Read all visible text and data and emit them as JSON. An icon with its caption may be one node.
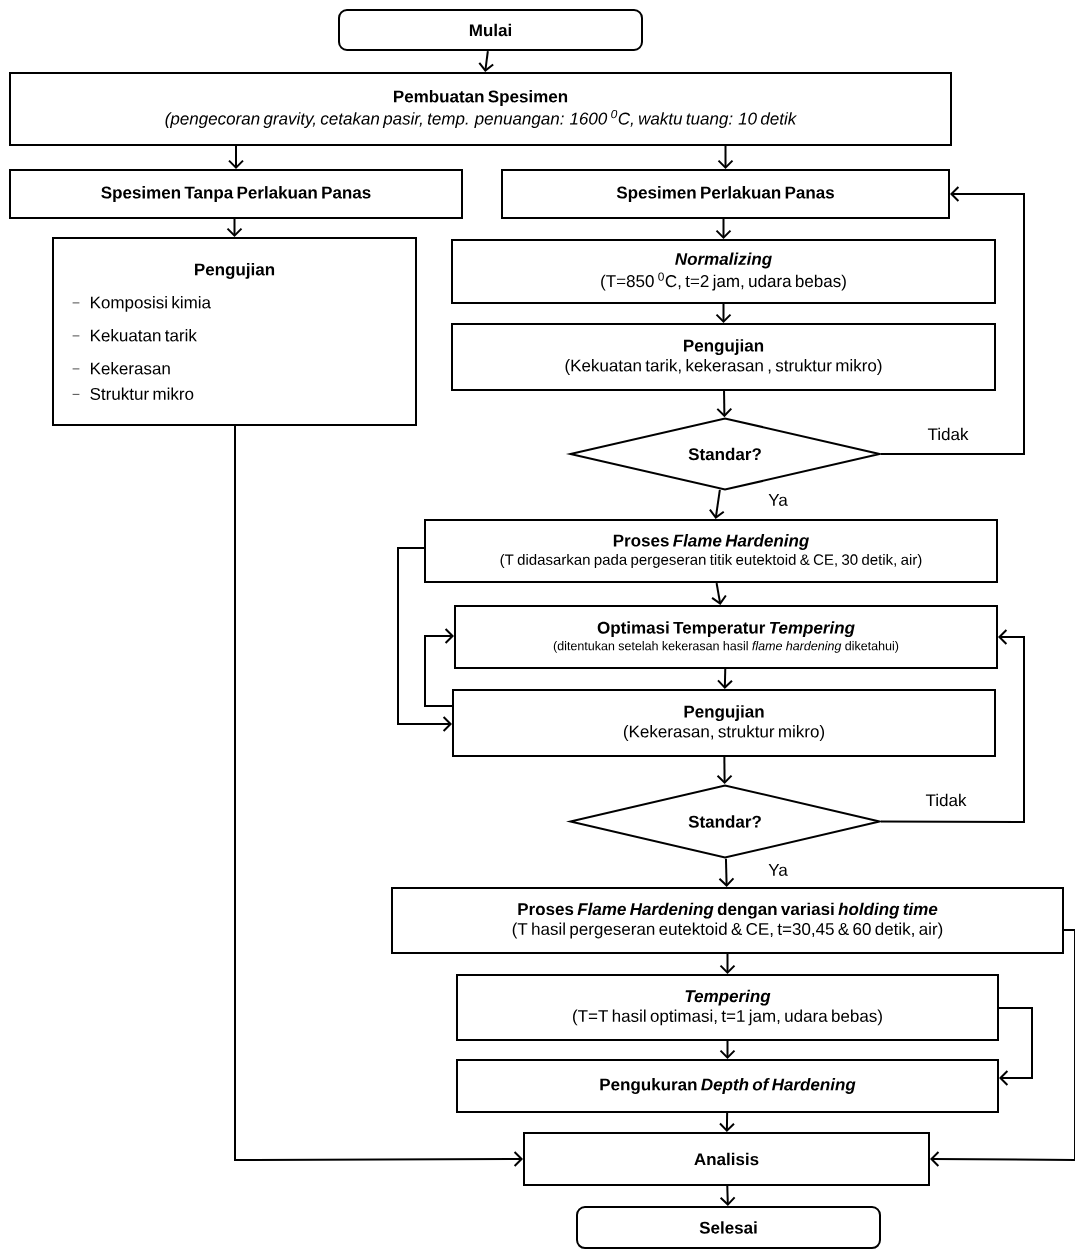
{
  "diagram": {
    "nodes": [
      {
        "text": [
          "Mulai"
        ]
      },
      {
        "text": [
          "Pembuatan Spesimen",
          "(pengecoran gravity, cetakan pasir, temp. penuangan: 1600 $^{0}$C, waktu tuang: 10 detik"
        ]
      },
      {
        "text": [
          "Spesimen Tanpa Perlakuan Panas"
        ]
      },
      {
        "text": [
          "Spesimen Perlakuan Panas"
        ]
      },
      {
        "text": [
          "Pengujian",
          "Komposisi kimia",
          "Kekuatan tarik",
          "Kekerasan",
          "Struktur mikro"
        ]
      },
      {
        "text": [
          "Normalizing",
          "(T=850 $^{0}$C, t=2 jam, udara bebas)"
        ]
      },
      {
        "text": [
          "Pengujian",
          "(Kekuatan tarik, kekerasan , struktur mikro)"
        ]
      },
      {
        "text": [
          "Standar?"
        ]
      },
      {
        "text": [
          "Proses *Flame Hardening*",
          "(T didasarkan pada pergeseran titik eutektoid & CE, 30 detik, air)"
        ]
      },
      {
        "text": [
          "Optimasi Temperatur *Tempering*",
          "(ditentukan setelah kekerasan hasil *flame hardening* diketahui)"
        ]
      },
      {
        "text": [
          "Pengujian",
          "(Kekerasan, struktur mikro)"
        ]
      },
      {
        "text": [
          "Standar?"
        ]
      },
      {
        "text": [
          "Proses *Flame Hardening* dengan variasi *holding time*",
          "(T hasil pergeseran eutektoid & CE, t=30,45 & 60 detik, air)"
        ]
      },
      {
        "text": [
          "Tempering",
          "(T=T hasil optimasi, t=1 jam, udara bebas)"
        ]
      },
      {
        "text": [
          "Pengukuran *Depth of Hardening*"
        ]
      },
      {
        "text": [
          "Analisis"
        ]
      },
      {
        "text": [
          "Selesai"
        ]
      }
    ],
    "edges": [
      {
        "from": 0,
        "to": 1,
        "arrow": "to"
      },
      {
        "from": 1,
        "to": 2,
        "arrow": "to"
      },
      {
        "from": 1,
        "to": 3,
        "arrow": "to"
      },
      {
        "from": 2,
        "to": 4,
        "arrow": "to"
      },
      {
        "from": 3,
        "to": 5,
        "arrow": "to"
      },
      {
        "from": 5,
        "to": 6,
        "arrow": "to"
      },
      {
        "from": 6,
        "to": 7,
        "arrow": "to"
      },
      {
        "from": 7,
        "to": 8,
        "arrow": "to",
        "label": "Ya"
      },
      {
        "from": 7,
        "to": 3,
        "arrow": "to",
        "label": "Tidak"
      },
      {
        "from": 8,
        "to": 9,
        "arrow": "to"
      },
      {
        "from": 8,
        "to": 10,
        "arrow": "to"
      },
      {
        "from": 9,
        "to": 10,
        "arrow": "to"
      },
      {
        "from": 10,
        "to": 9,
        "arrow": "to"
      },
      {
        "from": 10,
        "to": 11,
        "arrow": "to"
      },
      {
        "from": 11,
        "to": 12,
        "arrow": "to",
        "label": "Ya"
      },
      {
        "from": 11,
        "to": 9,
        "arrow": "to",
        "label": "Tidak"
      },
      {
        "from": 12,
        "to": 13,
        "arrow": "to"
      },
      {
        "from": 13,
        "to": 14,
        "arrow": "to"
      },
      {
        "from": 13,
        "to": 14,
        "arrow": "to"
      },
      {
        "from": 14,
        "to": 15,
        "arrow": "to"
      },
      {
        "from": 4,
        "to": 15,
        "arrow": "to"
      },
      {
        "from": 12,
        "to": 15,
        "arrow": "to"
      },
      {
        "from": 15,
        "to": 16,
        "arrow": "to"
      }
    ]
  }
}
